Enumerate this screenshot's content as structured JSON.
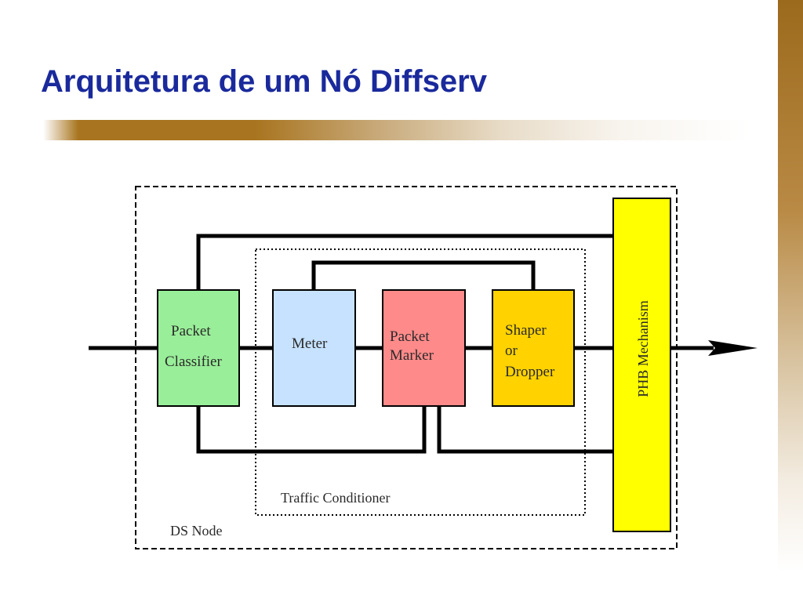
{
  "slide": {
    "title": "Arquitetura de um Nó Diffserv"
  },
  "diagram": {
    "ds_node_label": "DS Node",
    "traffic_conditioner_label": "Traffic Conditioner",
    "packet_classifier": {
      "line1": "Packet",
      "line2": "Classifier"
    },
    "meter": {
      "label": "Meter"
    },
    "packet_marker": {
      "line1": "Packet",
      "line2": "Marker"
    },
    "shaper_dropper": {
      "line1": "Shaper",
      "line2": "or",
      "line3": "Dropper"
    },
    "phb_mechanism": {
      "label": "PHB Mechanism"
    },
    "colors": {
      "classifier": "#99ee99",
      "meter": "#c6e2ff",
      "marker": "#ff8a8a",
      "shaper": "#ffd200",
      "phb": "#ffff00",
      "title": "#1a2a9c",
      "accent": "#a8741f"
    }
  }
}
